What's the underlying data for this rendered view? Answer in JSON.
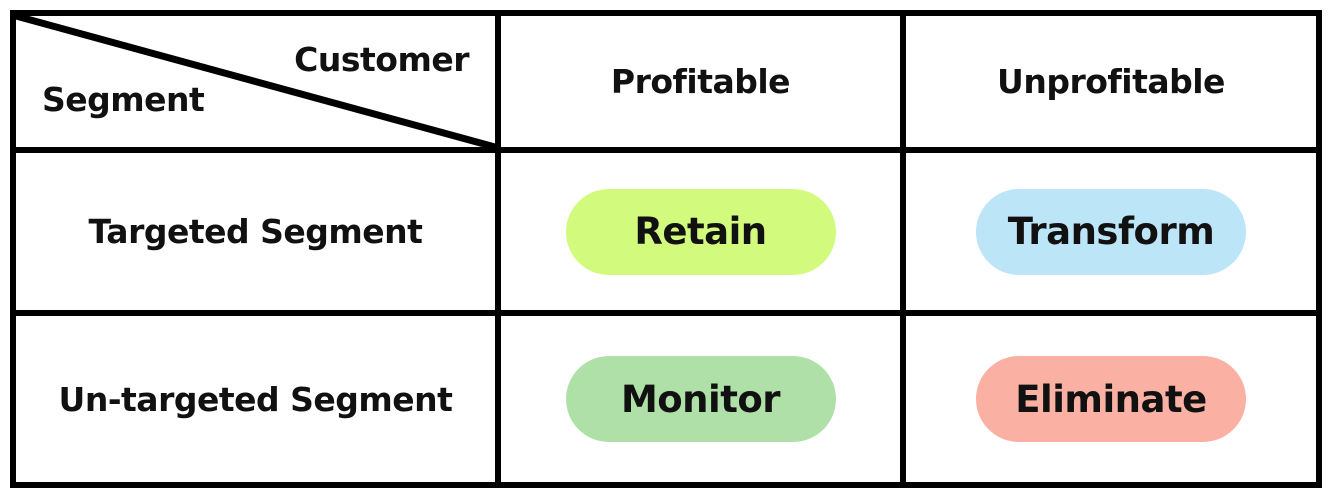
{
  "matrix": {
    "corner": {
      "top_label": "Customer",
      "bottom_label": "Segment"
    },
    "columns": [
      {
        "label": "Profitable"
      },
      {
        "label": "Unprofitable"
      }
    ],
    "rows": [
      {
        "label": "Targeted Segment",
        "cells": [
          {
            "label": "Retain",
            "color": "#d2fa7d"
          },
          {
            "label": "Transform",
            "color": "#bde5f8"
          }
        ]
      },
      {
        "label": "Un-targeted Segment",
        "cells": [
          {
            "label": "Monitor",
            "color": "#aee0a8"
          },
          {
            "label": "Eliminate",
            "color": "#fab0a2"
          }
        ]
      }
    ],
    "colors": {
      "border": "#000000",
      "background": "#ffffff",
      "text": "#111111"
    }
  }
}
